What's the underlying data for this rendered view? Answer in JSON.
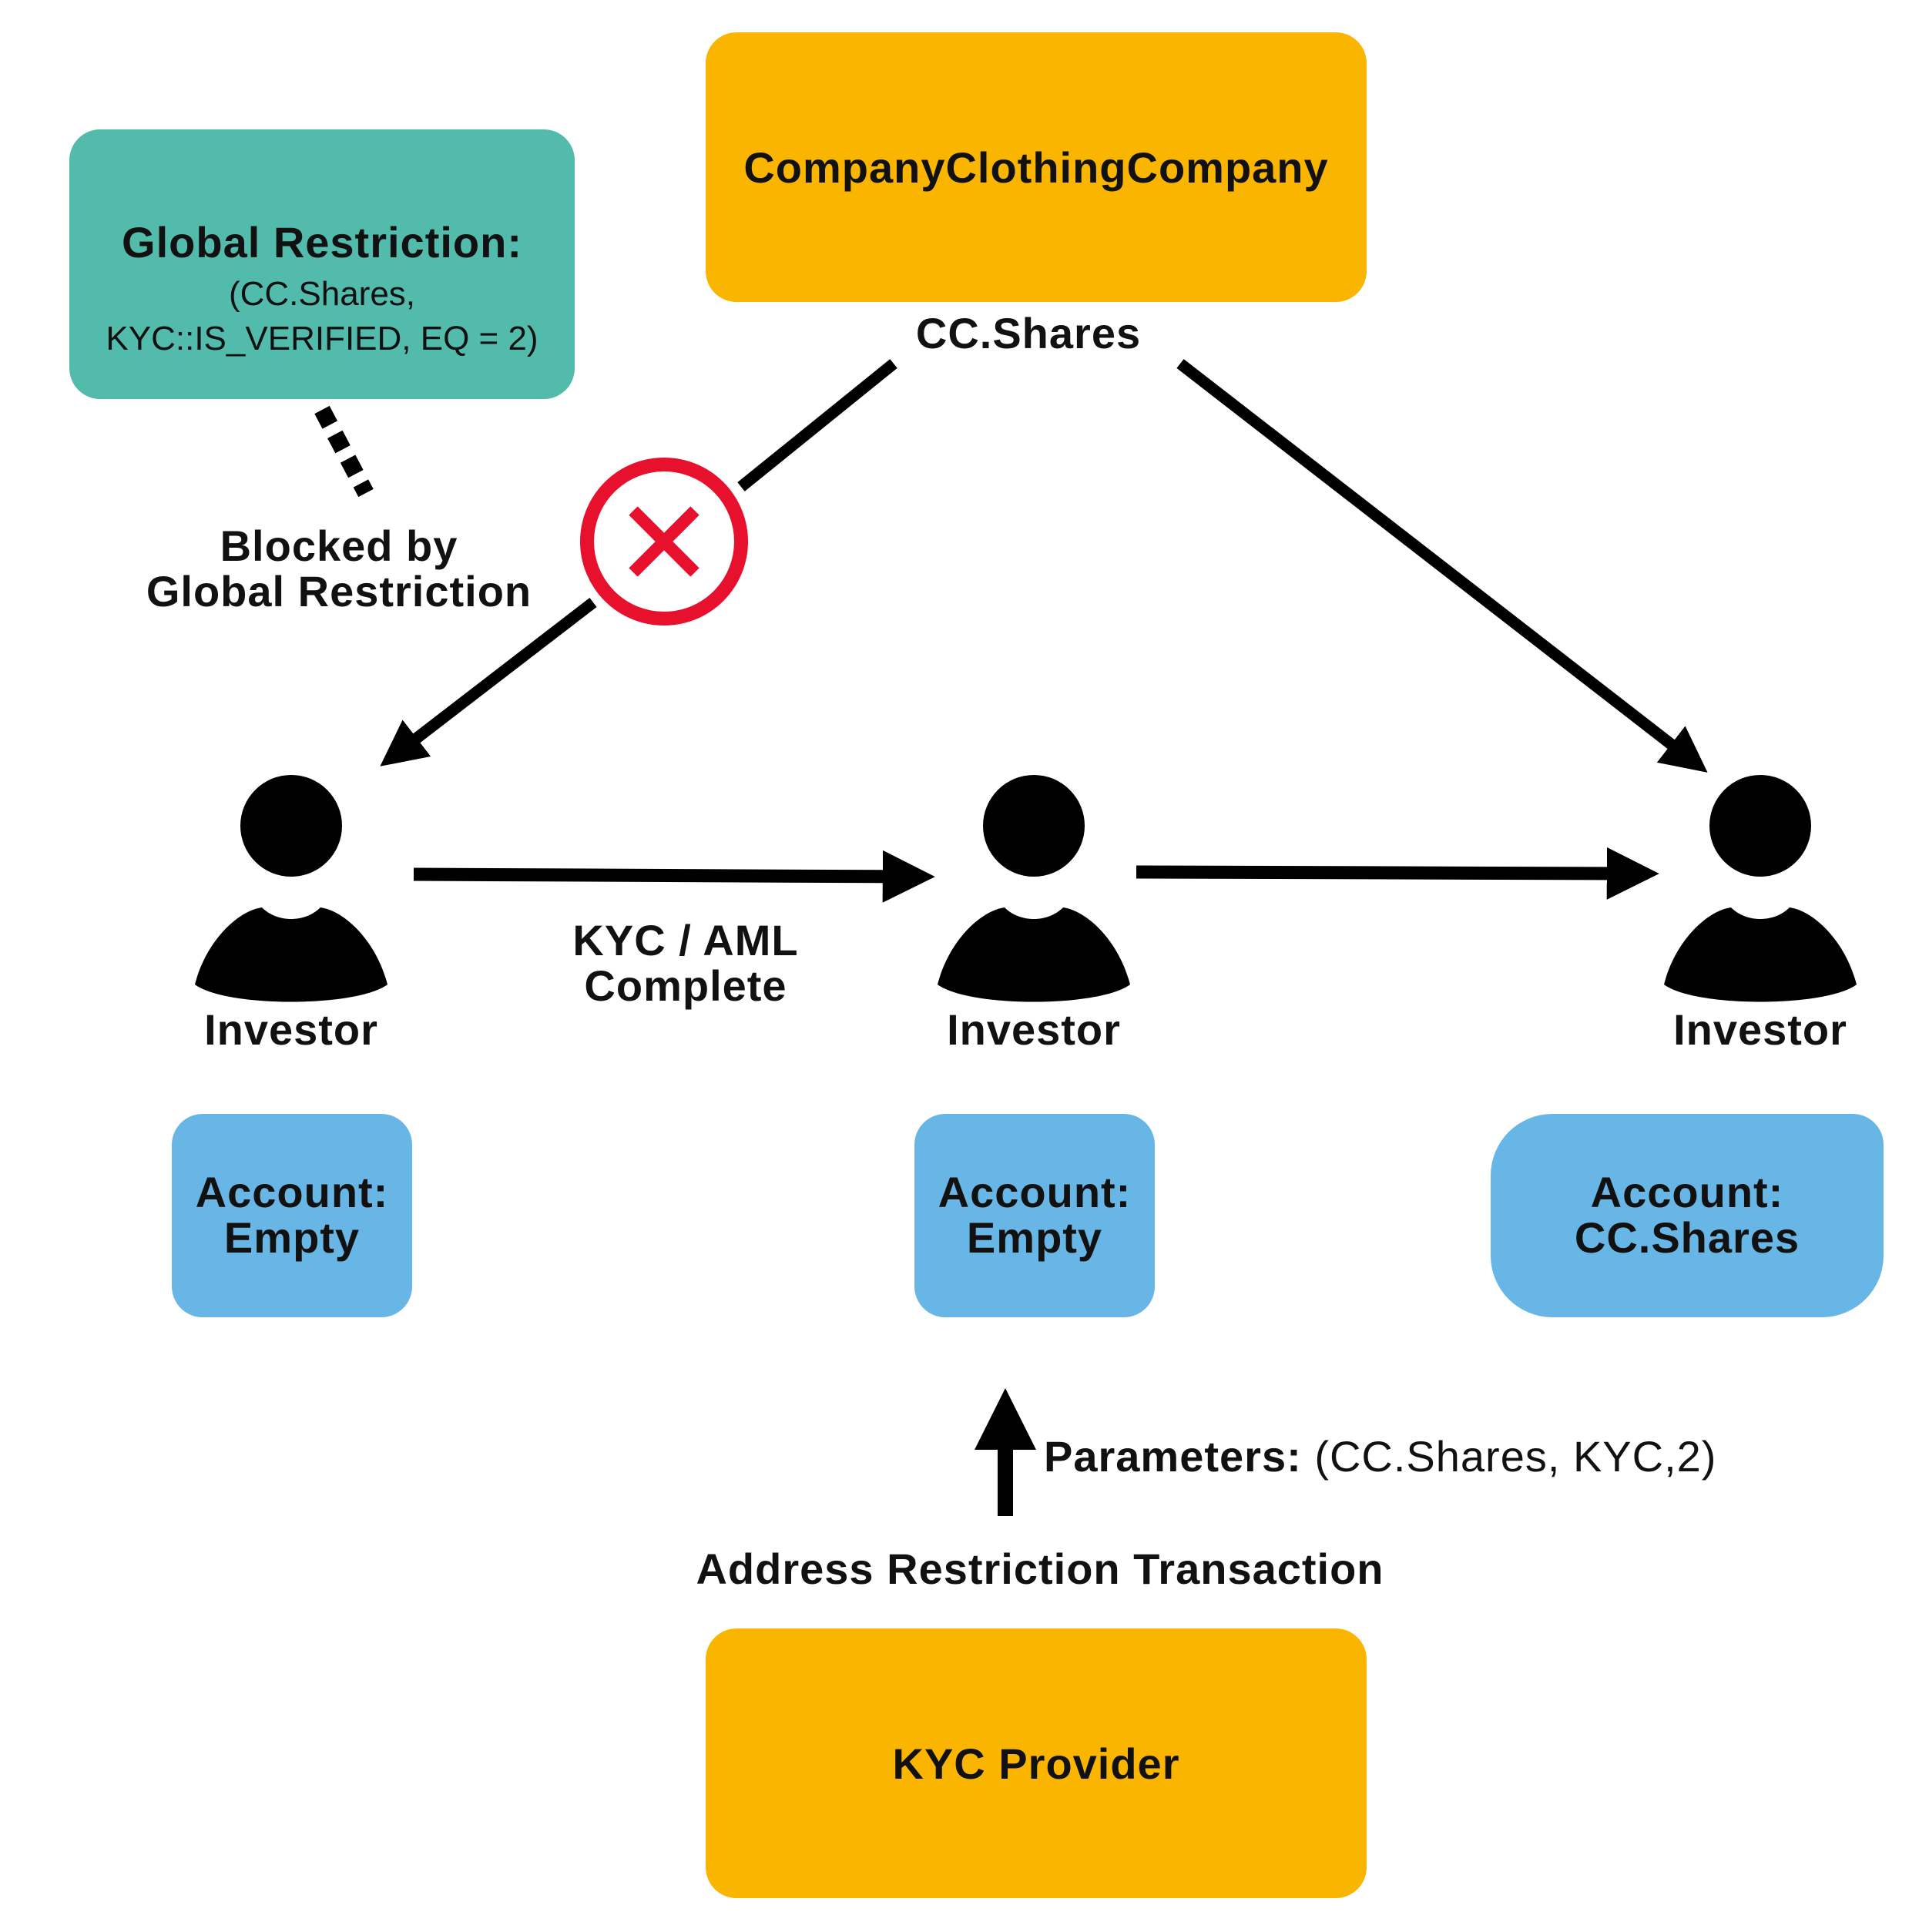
{
  "colors": {
    "company_box": "#F9B500",
    "restriction_box": "#52BBAB",
    "account_box": "#67B6E6",
    "blocked": "#E8112D",
    "ink": "#000000"
  },
  "company": {
    "name": "CompanyClothingCompany",
    "token_label": "CC.Shares"
  },
  "global_restriction": {
    "title": "Global Restriction:",
    "line1": "(CC.Shares,",
    "line2": "KYC::IS_VERIFIED, EQ = 2)"
  },
  "blocked": {
    "line1": "Blocked by",
    "line2": "Global Restriction"
  },
  "kyc_flow": {
    "line1": "KYC / AML",
    "line2": "Complete"
  },
  "investors": [
    {
      "label": "Investor",
      "account_title": "Account:",
      "account_value": "Empty"
    },
    {
      "label": "Investor",
      "account_title": "Account:",
      "account_value": "Empty"
    },
    {
      "label": "Investor",
      "account_title": "Account:",
      "account_value": "CC.Shares"
    }
  ],
  "parameters": {
    "label": "Parameters:",
    "value": "(CC.Shares, KYC,2)"
  },
  "transaction_label": "Address Restriction Transaction",
  "kyc_provider": {
    "name": "KYC Provider"
  },
  "icons": [
    "person-icon",
    "blocked-x-icon",
    "arrow-icon"
  ]
}
